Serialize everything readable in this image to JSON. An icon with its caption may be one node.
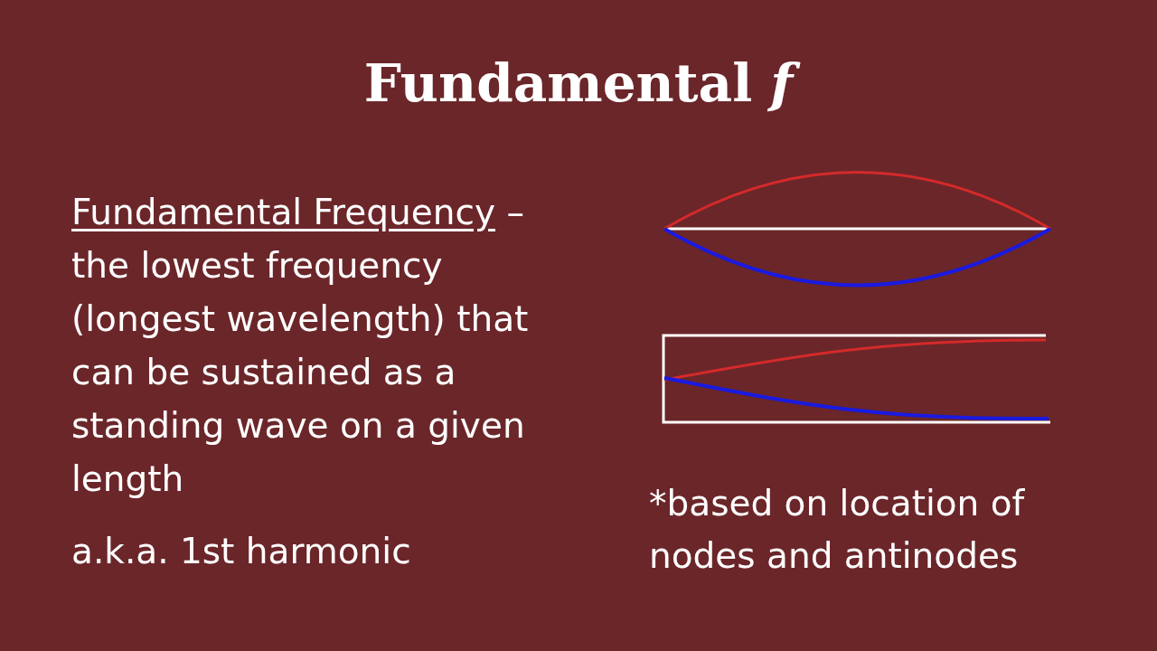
{
  "diagram": {
    "title": "Fundamental *f*",
    "labels": [
      "Fundamental Frequency",
      "– the lowest frequency (longest wavelength) that can be sustained as a standing wave on a given length",
      "a.k.a. 1st harmonic",
      "*based on location of nodes and antinodes"
    ]
  }
}
